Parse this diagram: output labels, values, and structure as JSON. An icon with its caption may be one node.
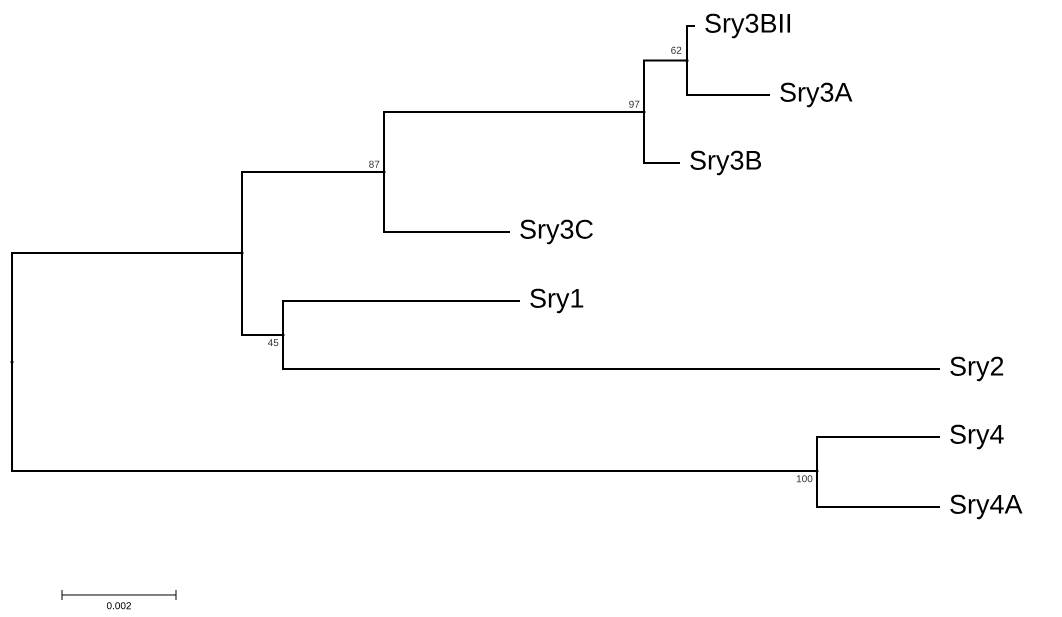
{
  "diagram": {
    "nodes": [
      {
        "text": [],
        "shape": "point"
      },
      {
        "text": [],
        "shape": "point"
      },
      {
        "text": [],
        "shape": "point",
        "beside": [
          "87"
        ]
      },
      {
        "text": [],
        "shape": "point",
        "beside": [
          "97"
        ]
      },
      {
        "text": [],
        "shape": "point",
        "beside": [
          "62"
        ]
      },
      {
        "text": [
          "Sry3BII"
        ]
      },
      {
        "text": [
          "Sry3A"
        ]
      },
      {
        "text": [
          "Sry3B"
        ]
      },
      {
        "text": [
          "Sry3C"
        ]
      },
      {
        "text": [],
        "shape": "point",
        "beside": [
          "45"
        ]
      },
      {
        "text": [
          "Sry1"
        ]
      },
      {
        "text": [
          "Sry2"
        ]
      },
      {
        "text": [],
        "shape": "point",
        "beside": [
          "100"
        ]
      },
      {
        "text": [
          "Sry4"
        ]
      },
      {
        "text": [
          "Sry4A"
        ]
      }
    ],
    "edges": [
      {
        "from": 0,
        "to": 1,
        "arrow": "none"
      },
      {
        "from": 0,
        "to": 12,
        "arrow": "none"
      },
      {
        "from": 1,
        "to": 2,
        "arrow": "none"
      },
      {
        "from": 1,
        "to": 9,
        "arrow": "none"
      },
      {
        "from": 2,
        "to": 3,
        "arrow": "none"
      },
      {
        "from": 2,
        "to": 8,
        "arrow": "none"
      },
      {
        "from": 3,
        "to": 4,
        "arrow": "none"
      },
      {
        "from": 3,
        "to": 7,
        "arrow": "none"
      },
      {
        "from": 4,
        "to": 5,
        "arrow": "none"
      },
      {
        "from": 4,
        "to": 6,
        "arrow": "none"
      },
      {
        "from": 9,
        "to": 10,
        "arrow": "none"
      },
      {
        "from": 9,
        "to": 11,
        "arrow": "none"
      },
      {
        "from": 12,
        "to": 13,
        "arrow": "none"
      },
      {
        "from": 12,
        "to": 14,
        "arrow": "none"
      }
    ],
    "labels": [
      "0.002"
    ]
  }
}
